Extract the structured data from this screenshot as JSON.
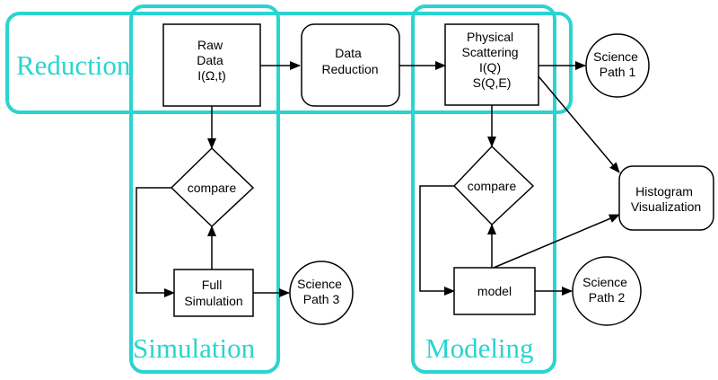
{
  "colors": {
    "region": "#2ad4d0",
    "line": "#000000",
    "fill": "#ffffff"
  },
  "regions": {
    "reduction": "Reduction",
    "simulation": "Simulation",
    "modeling": "Modeling"
  },
  "nodes": {
    "raw_data": [
      "Raw",
      "Data",
      "I(Ω,t)"
    ],
    "data_reduction": [
      "Data",
      "Reduction"
    ],
    "physical_scattering": [
      "Physical",
      "Scattering",
      "I(Q)",
      "S(Q,E)"
    ],
    "science_path_1": [
      "Science",
      "Path 1"
    ],
    "compare_sim": [
      "compare"
    ],
    "compare_model": [
      "compare"
    ],
    "histogram_visualization": [
      "Histogram",
      "Visualization"
    ],
    "full_simulation": [
      "Full",
      "Simulation"
    ],
    "science_path_3": [
      "Science",
      "Path 3"
    ],
    "model": [
      "model"
    ],
    "science_path_2": [
      "Science",
      "Path 2"
    ]
  }
}
